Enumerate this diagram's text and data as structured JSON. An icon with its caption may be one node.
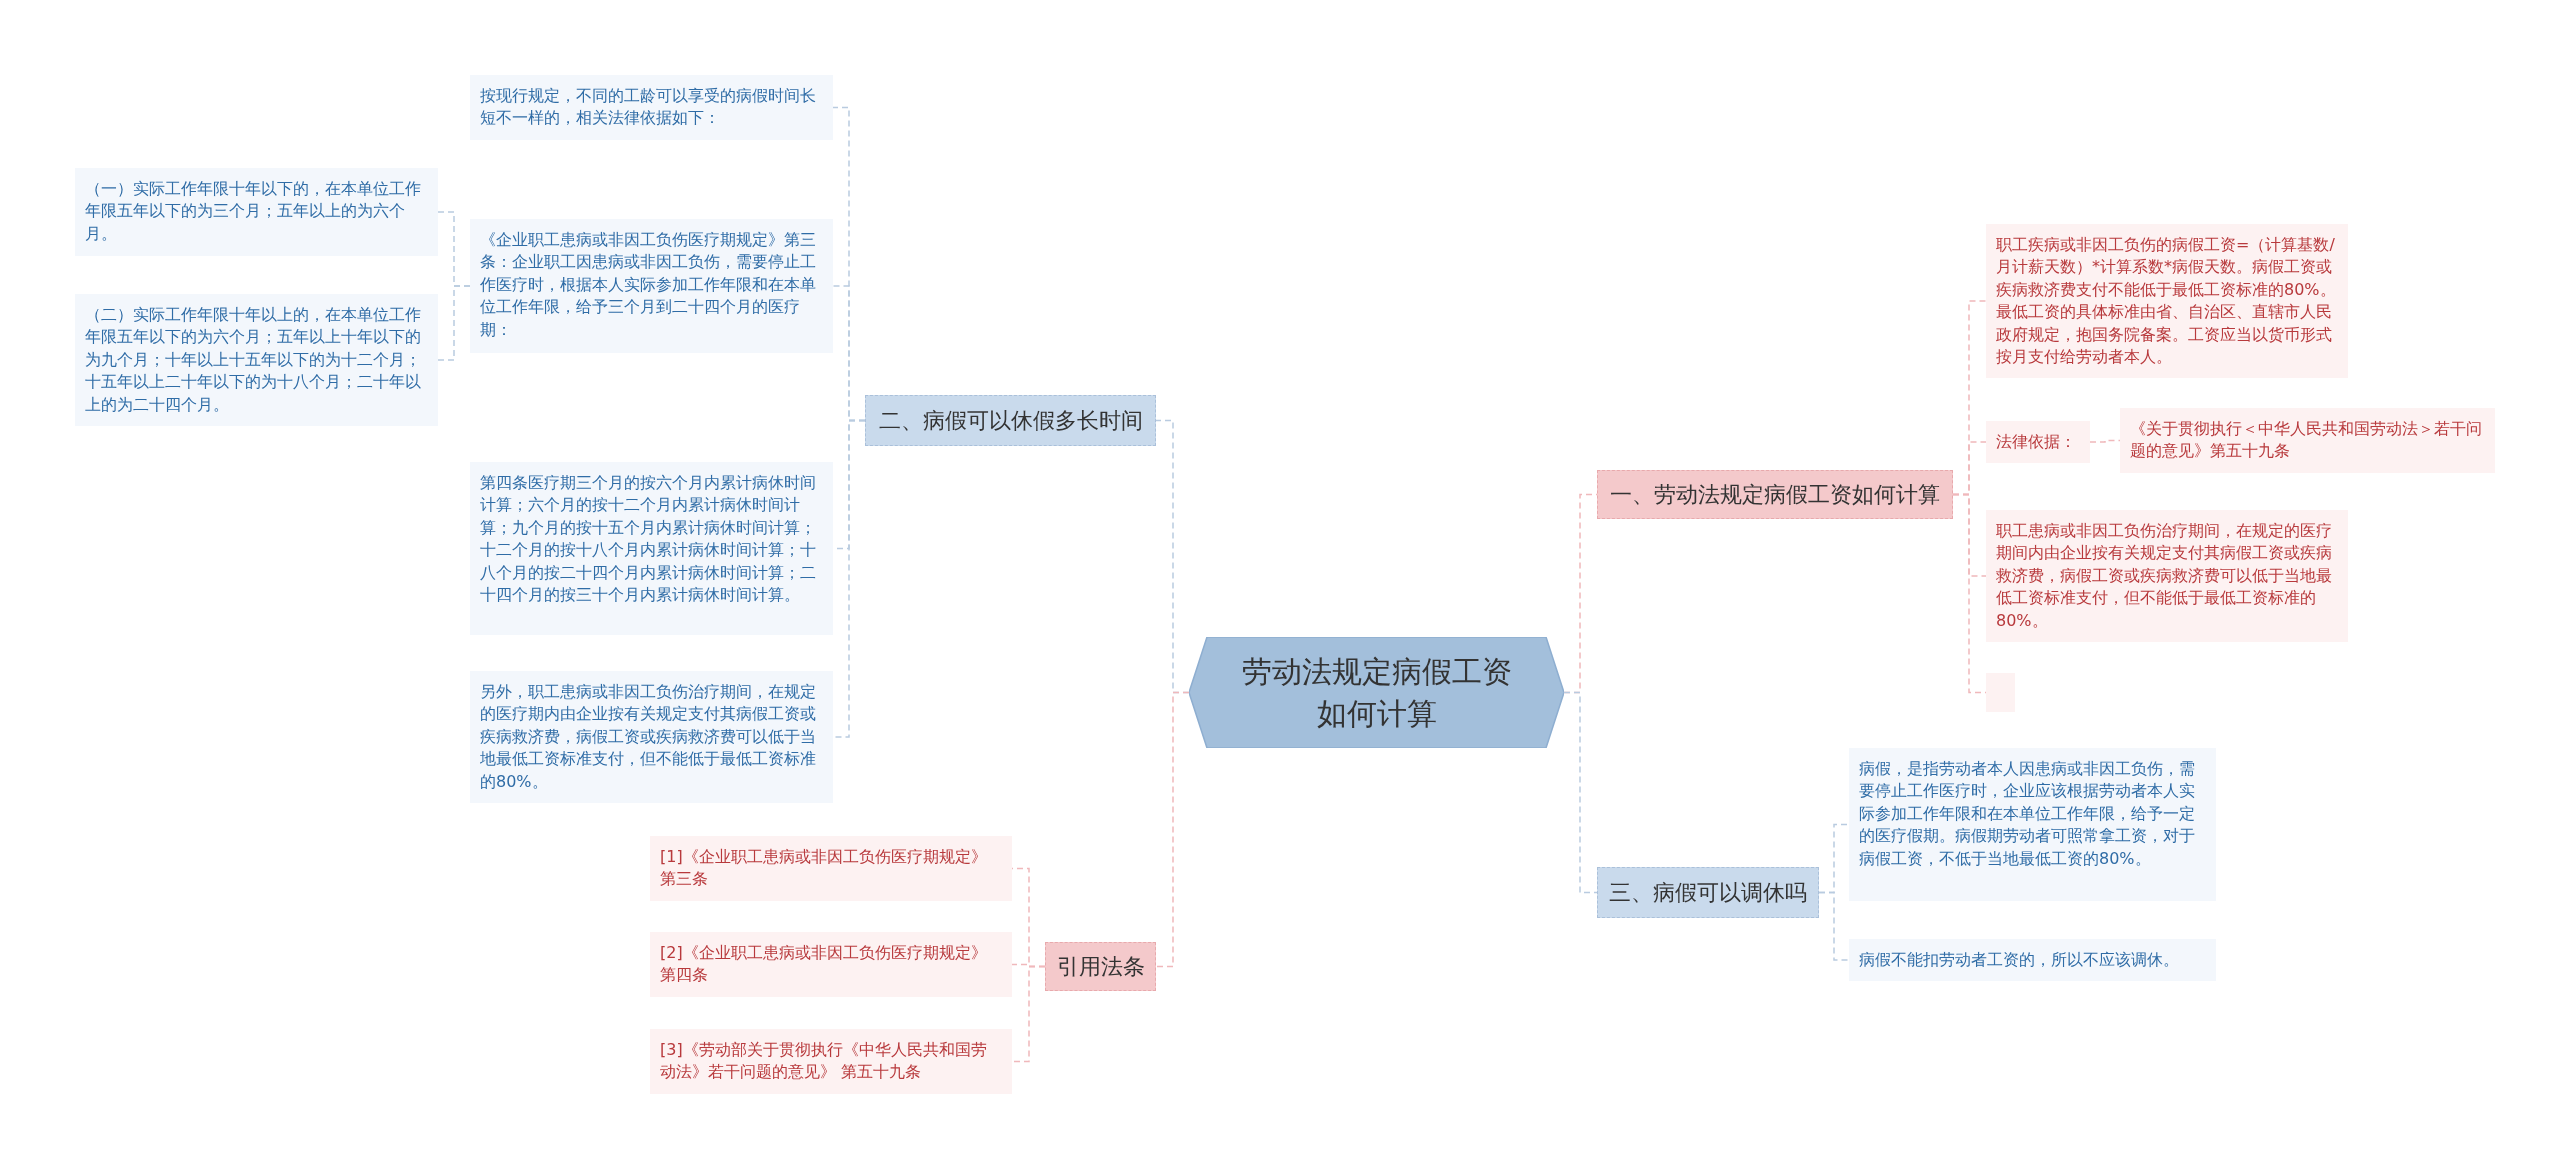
{
  "diagram": {
    "nodes": [
      {
        "text": [
          "劳动法规定病假工资如何计算"
        ]
      },
      {
        "text": [
          "二、病假可以休假多长时间"
        ]
      },
      {
        "text": [
          "按现行规定，不同的工龄可以享受的病假时间长短不一样的，相关法律依据如下："
        ]
      },
      {
        "text": [
          "《企业职工患病或非因工负伤医疗期规定》第三条：企业职工因患病或非因工负伤，需要停止工作医疗时，根据本人实际参加工作年限和在本单位工作年限，给予三个月到二十四个月的医疗期："
        ]
      },
      {
        "text": [
          "（一）实际工作年限十年以下的，在本单位工作年限五年以下的为三个月；五年以上的为六个月。"
        ]
      },
      {
        "text": [
          "（二）实际工作年限十年以上的，在本单位工作年限五年以下的为六个月；五年以上十年以下的为九个月；十年以上十五年以下的为十二个月；十五年以上二十年以下的为十八个月；二十年以上的为二十四个月。"
        ]
      },
      {
        "text": [
          "第四条医疗期三个月的按六个月内累计病休时间计算；六个月的按十二个月内累计病休时间计算；九个月的按十五个月内累计病休时间计算；十二个月的按十八个月内累计病休时间计算；十八个月的按二十四个月内累计病休时间计算；二十四个月的按三十个月内累计病休时间计算。"
        ]
      },
      {
        "text": [
          "另外，职工患病或非因工负伤治疗期间，在规定的医疗期内由企业按有关规定支付其病假工资或疾病救济费，病假工资或疾病救济费可以低于当地最低工资标准支付，但不能低于最低工资标准的80%。"
        ]
      },
      {
        "text": [
          "引用法条"
        ]
      },
      {
        "text": [
          "[1]《企业职工患病或非因工负伤医疗期规定》第三条"
        ]
      },
      {
        "text": [
          "[2]《企业职工患病或非因工负伤医疗期规定》第四条"
        ]
      },
      {
        "text": [
          "[3]《劳动部关于贯彻执行《中华人民共和国劳动法》若干问题的意见》 第五十九条"
        ]
      },
      {
        "text": [
          "一、劳动法规定病假工资如何计算"
        ]
      },
      {
        "text": [
          "职工疾病或非因工负伤的病假工资=（计算基数/月计薪天数）*计算系数*病假天数。病假工资或疾病救济费支付不能低于最低工资标准的80%。最低工资的具体标准由省、自治区、直辖市人民政府规定，抱国务院备案。工资应当以货币形式按月支付给劳动者本人。"
        ]
      },
      {
        "text": [
          "法律依据："
        ]
      },
      {
        "text": [
          "《关于贯彻执行＜中华人民共和国劳动法＞若干问题的意见》第五十九条"
        ]
      },
      {
        "text": [
          "职工患病或非因工负伤治疗期间，在规定的医疗期间内由企业按有关规定支付其病假工资或疾病救济费，病假工资或疾病救济费可以低于当地最低工资标准支付，但不能低于最低工资标准的80%。"
        ]
      },
      {
        "text": [],
        "shape": "box"
      },
      {
        "text": [
          "三、病假可以调休吗"
        ]
      },
      {
        "text": [
          "病假，是指劳动者本人因患病或非因工负伤，需要停止工作医疗时，企业应该根据劳动者本人实际参加工作年限和在本单位工作年限，给予一定的医疗假期。病假期劳动者可照常拿工资，对于病假工资，不低于当地最低工资的80%。"
        ]
      },
      {
        "text": [
          "病假不能扣劳动者工资的，所以不应该调休。"
        ]
      }
    ],
    "edges": [
      {
        "from": 0,
        "to": 1,
        "arrow": "none",
        "style": "dashed",
        "color": "#b9cbe0"
      },
      {
        "from": 1,
        "to": 2,
        "arrow": "none",
        "style": "dashed",
        "color": "#b9cbe0"
      },
      {
        "from": 1,
        "to": 3,
        "arrow": "none",
        "style": "dashed",
        "color": "#b9cbe0"
      },
      {
        "from": 3,
        "to": 4,
        "arrow": "none",
        "style": "dashed",
        "color": "#b9cbe0"
      },
      {
        "from": 3,
        "to": 5,
        "arrow": "none",
        "style": "dashed",
        "color": "#b9cbe0"
      },
      {
        "from": 1,
        "to": 6,
        "arrow": "none",
        "style": "dashed",
        "color": "#b9cbe0"
      },
      {
        "from": 1,
        "to": 7,
        "arrow": "none",
        "style": "dashed",
        "color": "#b9cbe0"
      },
      {
        "from": 0,
        "to": 8,
        "arrow": "none",
        "style": "dashed",
        "color": "#f0b8bb"
      },
      {
        "from": 8,
        "to": 9,
        "arrow": "none",
        "style": "dashed",
        "color": "#f0b8bb"
      },
      {
        "from": 8,
        "to": 10,
        "arrow": "none",
        "style": "dashed",
        "color": "#f0b8bb"
      },
      {
        "from": 8,
        "to": 11,
        "arrow": "none",
        "style": "dashed",
        "color": "#f0b8bb"
      },
      {
        "from": 0,
        "to": 12,
        "arrow": "none",
        "style": "dashed",
        "color": "#f0b8bb"
      },
      {
        "from": 12,
        "to": 13,
        "arrow": "none",
        "style": "dashed",
        "color": "#f0b8bb"
      },
      {
        "from": 12,
        "to": 14,
        "arrow": "none",
        "style": "dashed",
        "color": "#f0b8bb"
      },
      {
        "from": 14,
        "to": 15,
        "arrow": "none",
        "style": "dashed",
        "color": "#f0b8bb"
      },
      {
        "from": 12,
        "to": 16,
        "arrow": "none",
        "style": "dashed",
        "color": "#f0b8bb"
      },
      {
        "from": 12,
        "to": 17,
        "arrow": "none",
        "style": "dashed",
        "color": "#f0b8bb"
      },
      {
        "from": 0,
        "to": 18,
        "arrow": "none",
        "style": "dashed",
        "color": "#b9cbe0"
      },
      {
        "from": 18,
        "to": 19,
        "arrow": "none",
        "style": "dashed",
        "color": "#b9cbe0"
      },
      {
        "from": 18,
        "to": 20,
        "arrow": "none",
        "style": "dashed",
        "color": "#b9cbe0"
      }
    ]
  }
}
